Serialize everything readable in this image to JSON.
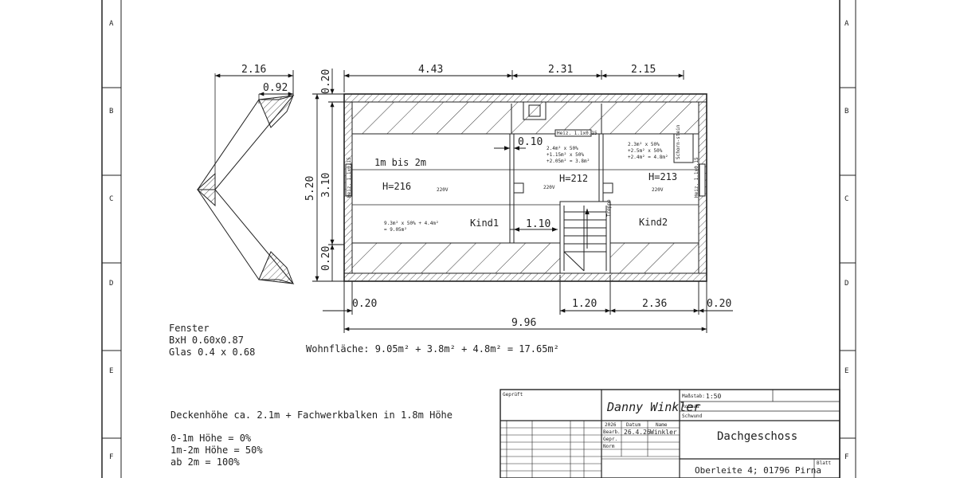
{
  "drawing": {
    "frame_letters_left": [
      "A",
      "B",
      "C",
      "D",
      "E",
      "F"
    ],
    "frame_letters_right": [
      "A",
      "B",
      "C",
      "D",
      "E",
      "F"
    ],
    "dimensions": {
      "top": [
        "2.16",
        "0.92",
        "4.43",
        "2.31",
        "2.15"
      ],
      "left": [
        "0.20",
        "5.20",
        "3.10",
        "0.20"
      ],
      "bottom": [
        "0.20",
        "1.20",
        "2.36",
        "0.20",
        "9.96"
      ],
      "inner": [
        "0.10",
        "1.10"
      ]
    },
    "rooms": {
      "left_height": "H=216",
      "left_name": "Kind1",
      "left_height_band": "1m bis 2m",
      "left_area_calc_1": "9.3m² x 50% + 4.4m²",
      "left_area_calc_2": "= 9.05m²",
      "middle_height": "H=212",
      "right_height": "H=213",
      "right_name": "Kind2",
      "middle_calc_1": "2.4m² x 50%",
      "middle_calc_2": "+1.15m² x 50%",
      "middle_calc_3": "+2.05m² = 3.8m²",
      "right_calc_1": "2.3m² x 50%",
      "right_calc_2": "+2.5m² x 50%",
      "right_calc_3": "+2.4m² = 4.8m²",
      "heater_top": "Heiz. 1.1x0.15",
      "heater_left": "Heiz. 1.1x0.15",
      "heater_right": "Heiz. 1.1x0.15",
      "chimney": "Schorn-stein",
      "outlet": "220V",
      "stairs_label": "Treppe"
    },
    "notes": {
      "fenster_title": "Fenster",
      "fenster_size": "BxH  0.60x0.87",
      "fenster_glass": "Glas  0.4  x  0.68",
      "wohnflaeche": "Wohnfläche: 9.05m²  +  3.8m²  +  4.8m²  =  17.65m²",
      "deckenhoehe": "Deckenhöhe ca. 2.1m  +  Fachwerkbalken  in  1.8m  Höhe",
      "rule_1": "0-1m  Höhe  =  0%",
      "rule_2": "1m-2m  Höhe  =  50%",
      "rule_3": "ab  2m  =  100%"
    },
    "title_block": {
      "geprueft": "Geprüft",
      "signature": "Danny Winkler",
      "massstab_label": "Maßstab:",
      "massstab_value": "1:50",
      "rohmass": "Rohmaß",
      "schwund": "Schwund",
      "year": "2026",
      "datum_label": "Datum",
      "name_label": "Name",
      "bearb": "Bearb.",
      "gepr": "Gepr.",
      "norm": "Norm",
      "date": "26.4.26",
      "author": "Winkler",
      "title": "Dachgeschoss",
      "address": "Oberleite 4; 01796 Pirna",
      "blatt": "Blatt"
    }
  }
}
